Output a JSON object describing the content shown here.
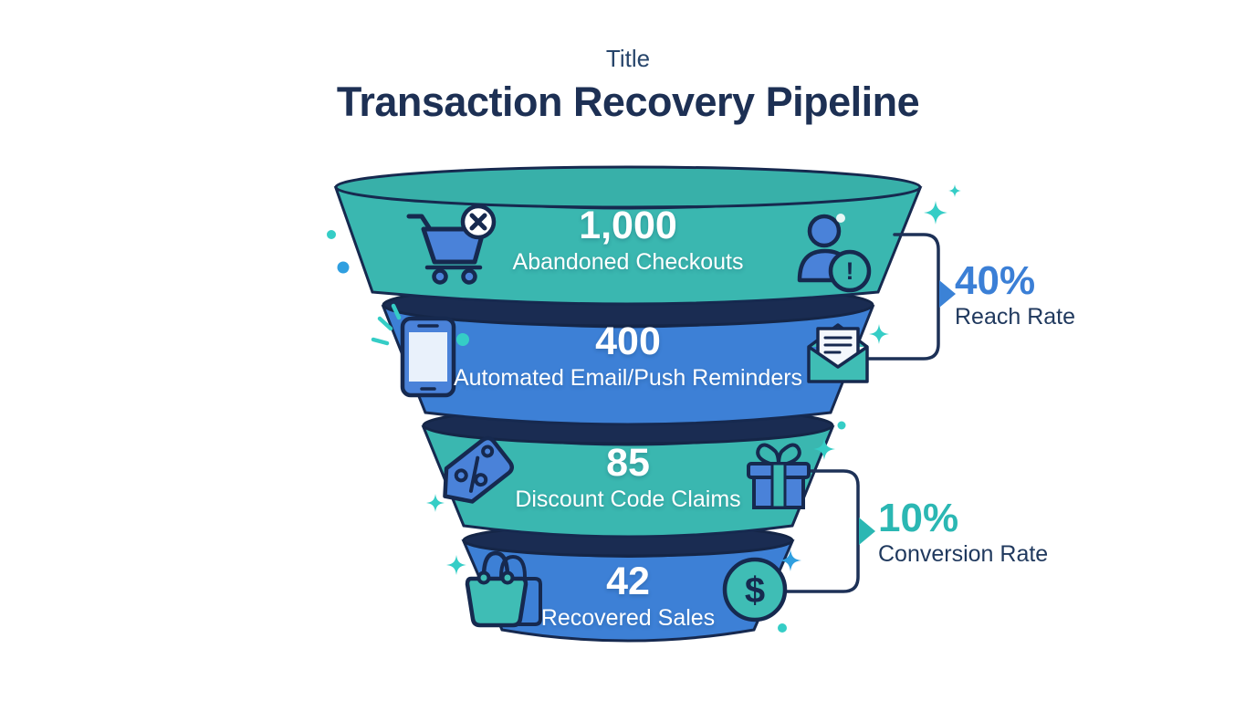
{
  "header": {
    "eyebrow": "Title",
    "title": "Transaction Recovery Pipeline"
  },
  "funnel": {
    "stages": [
      {
        "value": "1,000",
        "label": "Abandoned Checkouts",
        "color": "#3ab7b0",
        "left_icon": "abandoned-cart-icon",
        "right_icon": "customer-alert-icon"
      },
      {
        "value": "400",
        "label": "Automated Email/Push Reminders",
        "color": "#3d80d6",
        "left_icon": "smartphone-icon",
        "right_icon": "open-email-icon"
      },
      {
        "value": "85",
        "label": "Discount Code Claims",
        "color": "#3ab7b0",
        "left_icon": "discount-tag-icon",
        "right_icon": "gift-icon"
      },
      {
        "value": "42",
        "label": "Recovered Sales",
        "color": "#3d80d6",
        "left_icon": "shopping-bag-icon",
        "right_icon": "dollar-coin-icon"
      }
    ]
  },
  "annotations": [
    {
      "value": "40%",
      "label": "Reach Rate",
      "color": "#3b7fd6"
    },
    {
      "value": "10%",
      "label": "Conversion Rate",
      "color": "#2bb7b3"
    }
  ],
  "icon_glyphs": {
    "alert": "!",
    "dollar": "$"
  },
  "colors": {
    "teal_stage": "#3ab7b0",
    "blue_stage": "#3d80d6",
    "navy": "#1a2c52",
    "title_navy": "#1d3054",
    "accent_teal": "#35cdc6",
    "accent_blue": "#2f9fe0",
    "icon_blue": "#4a82d9",
    "icon_teal": "#3fbdb5"
  },
  "chart_data": {
    "type": "funnel",
    "title": "Transaction Recovery Pipeline",
    "stages": [
      {
        "label": "Abandoned Checkouts",
        "value": 1000
      },
      {
        "label": "Automated Email/Push Reminders",
        "value": 400
      },
      {
        "label": "Discount Code Claims",
        "value": 85
      },
      {
        "label": "Recovered Sales",
        "value": 42
      }
    ],
    "annotations": [
      {
        "value": "40%",
        "label": "Reach Rate",
        "between": [
          1,
          2
        ]
      },
      {
        "value": "10%",
        "label": "Conversion Rate",
        "between": [
          3,
          4
        ]
      }
    ]
  }
}
